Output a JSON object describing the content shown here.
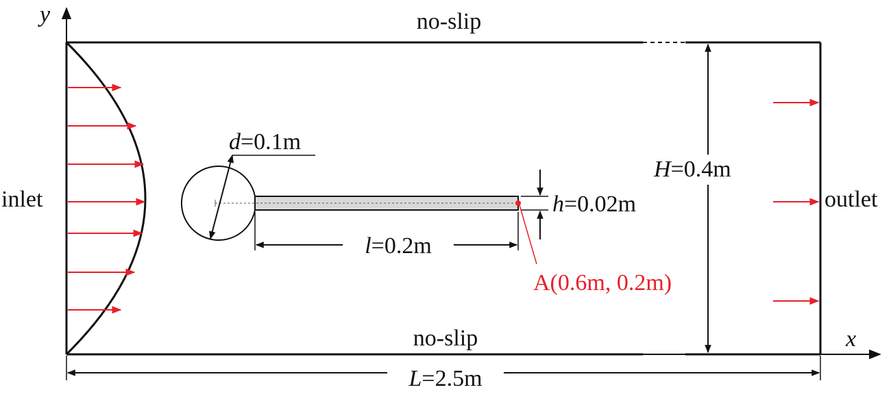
{
  "labels": {
    "axis_y": "y",
    "axis_x": "x",
    "top_wall": "no-slip",
    "bottom_wall": "no-slip",
    "inlet": "inlet",
    "outlet": "outlet",
    "d_sym": "d",
    "d_val": "=0.1m",
    "H_sym": "H",
    "H_val": "=0.4m",
    "h_sym": "h",
    "h_val": "=0.02m",
    "l_sym": "l",
    "l_val": "=0.2m",
    "L_sym": "L",
    "L_val": "=2.5m",
    "point_A": "A(0.6m, 0.2m)"
  },
  "colors": {
    "ink": "#111111",
    "accent_red": "#e8202a",
    "plate_fill": "#d9d9d9"
  }
}
